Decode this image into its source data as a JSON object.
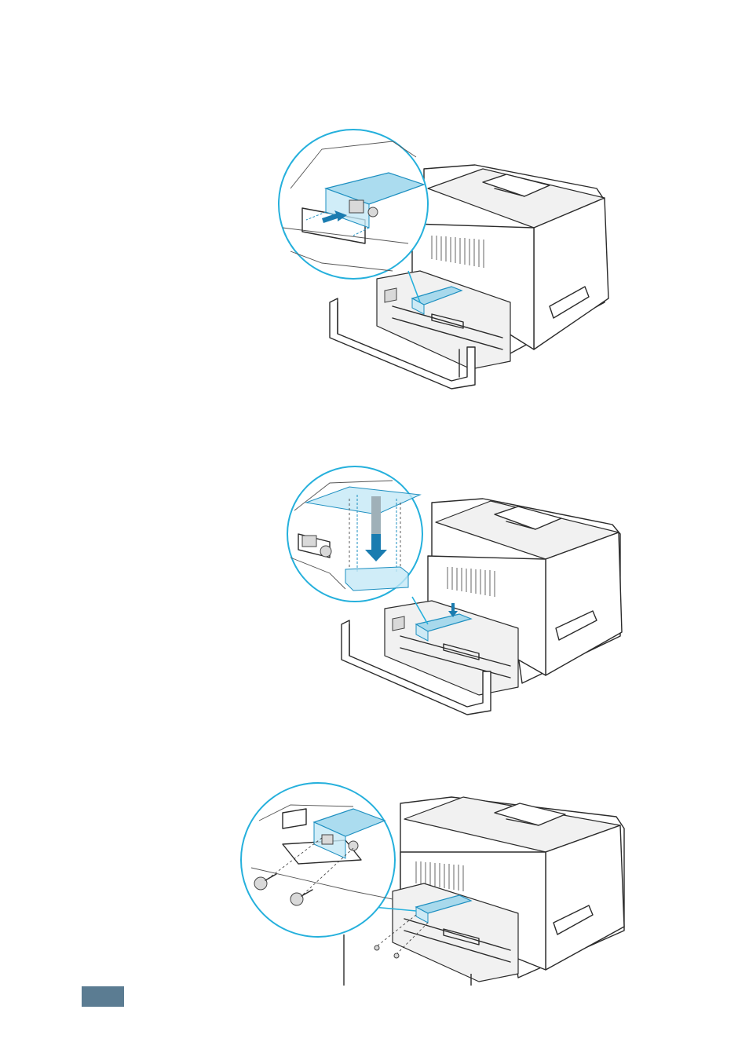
{
  "page": {
    "title": "",
    "page_number": ""
  },
  "figures": [
    {
      "icon": "printer-network-card-slide-illustration",
      "colors": {
        "highlight": "#8fd0ea",
        "callout": "#25b0dc"
      }
    },
    {
      "icon": "printer-network-card-insert-illustration",
      "colors": {
        "highlight": "#8fd0ea",
        "callout": "#25b0dc"
      }
    },
    {
      "icon": "printer-network-card-screws-illustration",
      "colors": {
        "highlight": "#8fd0ea",
        "callout": "#25b0dc"
      }
    }
  ],
  "page_badge_color": "#5b7c92"
}
